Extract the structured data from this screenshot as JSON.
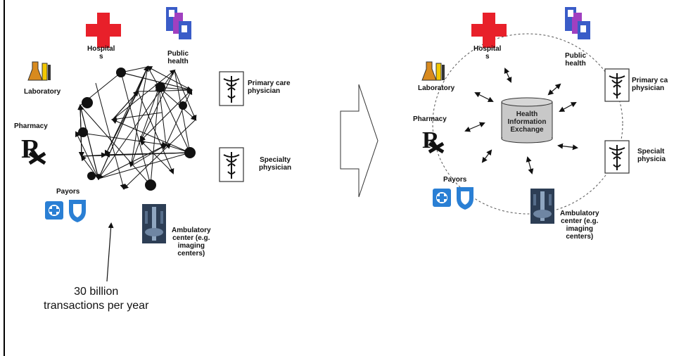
{
  "left_panel": {
    "labels": {
      "hospital": "Hospital\ns",
      "public_health": "Public\nhealth",
      "laboratory": "Laboratory",
      "pharmacy": "Pharmacy",
      "primary_care": "Primary care\nphysician",
      "specialty": "Specialty\nphysician",
      "payors": "Payors",
      "ambulatory": "Ambulatory\ncenter (e.g.\nimaging\ncenters)"
    },
    "annotation": "30 billion\ntransactions per year"
  },
  "right_panel": {
    "labels": {
      "hospital": "Hospital\ns",
      "public_health": "Public\nhealth",
      "laboratory": "Laboratory",
      "pharmacy": "Pharmacy",
      "primary_care": "Primary ca\nphysician",
      "specialty": "Specialt\nphysicia",
      "payors": "Payors",
      "ambulatory": "Ambulatory\ncenter (e.g.\nimaging\ncenters)"
    },
    "hub_label": "Health\nInformation\nExchange"
  },
  "colors": {
    "hospital_cross": "#e8202a",
    "rx_black": "#111111",
    "payor_blue": "#2a7fd4",
    "hub_fill": "#c8c8c8",
    "flask_orange": "#d88a1e",
    "flask_yellow": "#f3c800",
    "public_health_blue": "#3a5cc8",
    "public_health_purple": "#a040c0"
  },
  "icons": [
    "hospital-cross-icon",
    "public-health-logo-icon",
    "laboratory-flasks-icon",
    "pharmacy-rx-icon",
    "caduceus-icon",
    "blue-cross-blue-shield-icon",
    "xray-spine-icon",
    "transition-arrow-icon",
    "database-cylinder-icon"
  ]
}
